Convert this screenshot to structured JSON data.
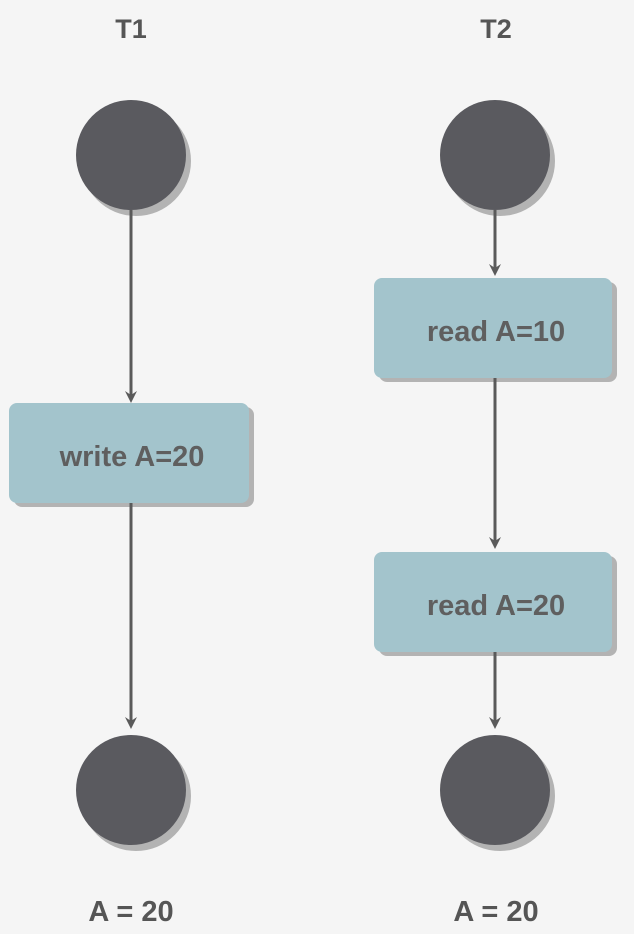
{
  "colors": {
    "background": "#f5f5f5",
    "node": "#5a5a5f",
    "box_fill": "#a3c4cc",
    "shadow": "#b3b3b3",
    "arrow": "#5a5a5a",
    "text": "#5f5f5f"
  },
  "diagram": {
    "t1": {
      "title": "T1",
      "steps": [
        "write A=20"
      ],
      "result": "A = 20"
    },
    "t2": {
      "title": "T2",
      "steps": [
        "read A=10",
        "read A=20"
      ],
      "result": "A = 20"
    }
  }
}
